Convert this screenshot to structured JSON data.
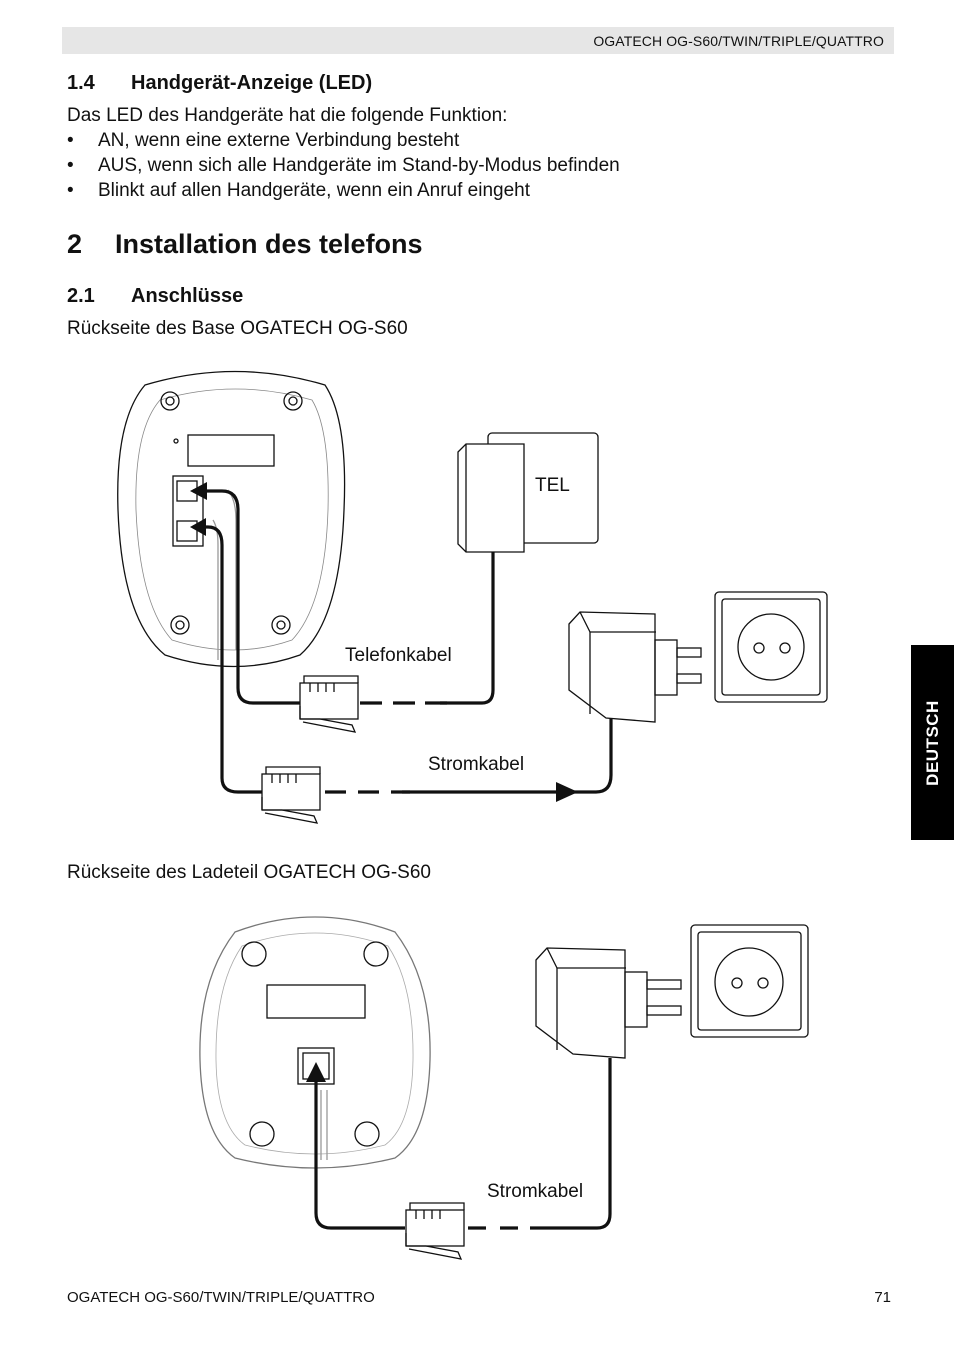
{
  "header": {
    "title": "OGATECH OG-S60/TWIN/TRIPLE/QUATTRO"
  },
  "section_1_4": {
    "number": "1.4",
    "title": "Handgerät-Anzeige (LED)",
    "intro": "Das LED des Handgeräte hat die folgende Funktion:",
    "bullets": [
      "AN, wenn eine externe Verbindung besteht",
      "AUS, wenn sich alle Handgeräte im Stand-by-Modus befinden",
      "Blinkt auf allen Handgeräte, wenn ein Anruf eingeht"
    ]
  },
  "section_2": {
    "number": "2",
    "title": "Installation des telefons"
  },
  "section_2_1": {
    "number": "2.1",
    "title": "Anschlüsse",
    "caption_base": "Rückseite des Base OGATECH OG-S60",
    "caption_charger": "Rückseite des Ladeteil OGATECH OG-S60"
  },
  "figure_base": {
    "tel_label": "TEL",
    "phone_cable_label": "Telefonkabel",
    "power_cable_label": "Stromkabel"
  },
  "figure_charger": {
    "power_cable_label": "Stromkabel"
  },
  "side_tab": {
    "label": "DEUTSCH"
  },
  "footer": {
    "title": "OGATECH OG-S60/TWIN/TRIPLE/QUATTRO",
    "page_number": "71"
  }
}
